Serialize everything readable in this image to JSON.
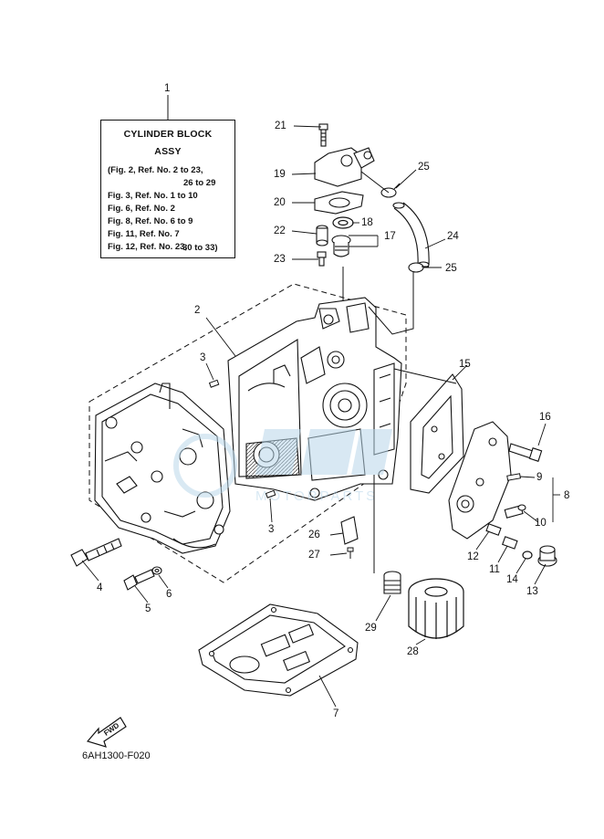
{
  "info_box": {
    "title_line1": "CYLINDER BLOCK",
    "title_line2": "ASSY",
    "lines": [
      "(Fig. 2, Ref. No. 2 to 23,",
      "26 to 29",
      "Fig. 3, Ref. No. 1 to 10",
      "Fig. 6, Ref. No. 2",
      "Fig. 8, Ref. No. 6 to 9",
      "Fig. 11, Ref. No. 7",
      "Fig. 12, Ref. No. 23,",
      "30 to 33)"
    ]
  },
  "callouts": {
    "c1": "1",
    "c2": "2",
    "c3a": "3",
    "c3b": "3",
    "c4": "4",
    "c5": "5",
    "c6": "6",
    "c7": "7",
    "c8": "8",
    "c9": "9",
    "c10": "10",
    "c11": "11",
    "c12": "12",
    "c13": "13",
    "c14": "14",
    "c15": "15",
    "c16": "16",
    "c17": "17",
    "c18": "18",
    "c19": "19",
    "c20": "20",
    "c21": "21",
    "c22": "22",
    "c23": "23",
    "c24": "24",
    "c25a": "25",
    "c25b": "25",
    "c26": "26",
    "c27": "27",
    "c28": "28",
    "c29": "29"
  },
  "fwd_label": "FWD",
  "figure_code": "6AH1300-F020",
  "colors": {
    "line": "#111111",
    "watermark": "#b9d7ea"
  },
  "icons": {
    "fwd": "fwd-arrow-icon"
  }
}
